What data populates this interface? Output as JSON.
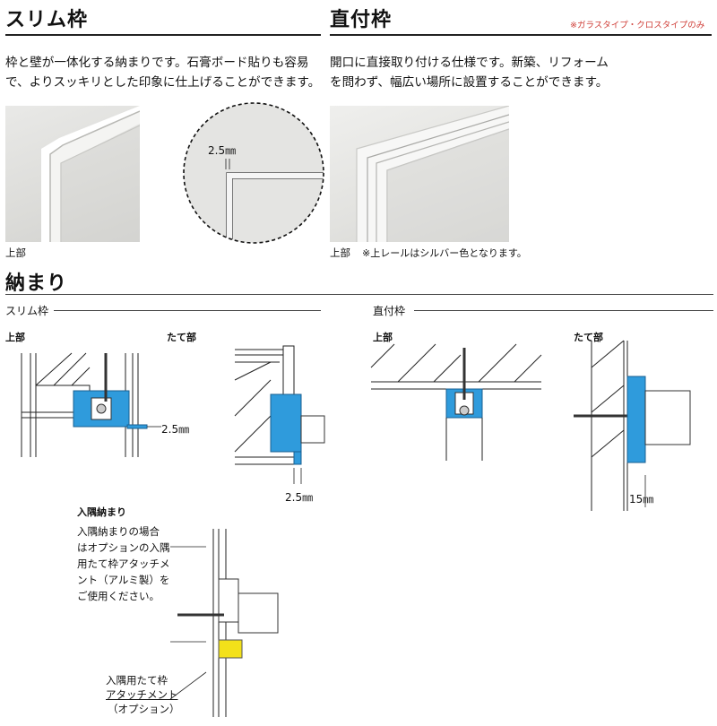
{
  "slim": {
    "title": "スリム枠",
    "desc_line1": "枠と壁が一体化する納まりです。石膏ボード貼りも容易",
    "desc_line2": "で、よりスッキリとした印象に仕上げることができます。",
    "photo_caption": "上部",
    "detail_dim": "2.5㎜"
  },
  "direct": {
    "title": "直付枠",
    "note": "※ガラスタイプ・クロスタイプのみ",
    "desc_line1": "開口に直接取り付ける仕様です。新築、リフォーム",
    "desc_line2": "を問わず、幅広い場所に設置することができます。",
    "photo_caption": "上部",
    "photo_note": "※上レールはシルバー色となります。"
  },
  "section": {
    "title": "納まり",
    "slim_label": "スリム枠",
    "direct_label": "直付枠",
    "top_label": "上部",
    "side_label": "たて部",
    "dim_slim_top": "2.5㎜",
    "dim_slim_side": "2.5㎜",
    "dim_direct_side": "15㎜"
  },
  "corner": {
    "title": "入隅納まり",
    "text_line1": "入隅納まりの場合",
    "text_line2": "はオプションの入隅",
    "text_line3": "用たて枠アタッチメ",
    "text_line4": "ント（アルミ製）を",
    "text_line5": "ご使用ください。",
    "callout_line1": "入隅用たて枠",
    "callout_line2": "アタッチメント",
    "callout_line3": "（オプション）"
  },
  "colors": {
    "frame_blue": "#2f9bdc",
    "attachment_yellow": "#f3e11a",
    "title_rule": "#222222",
    "note_red": "#d0403a"
  }
}
